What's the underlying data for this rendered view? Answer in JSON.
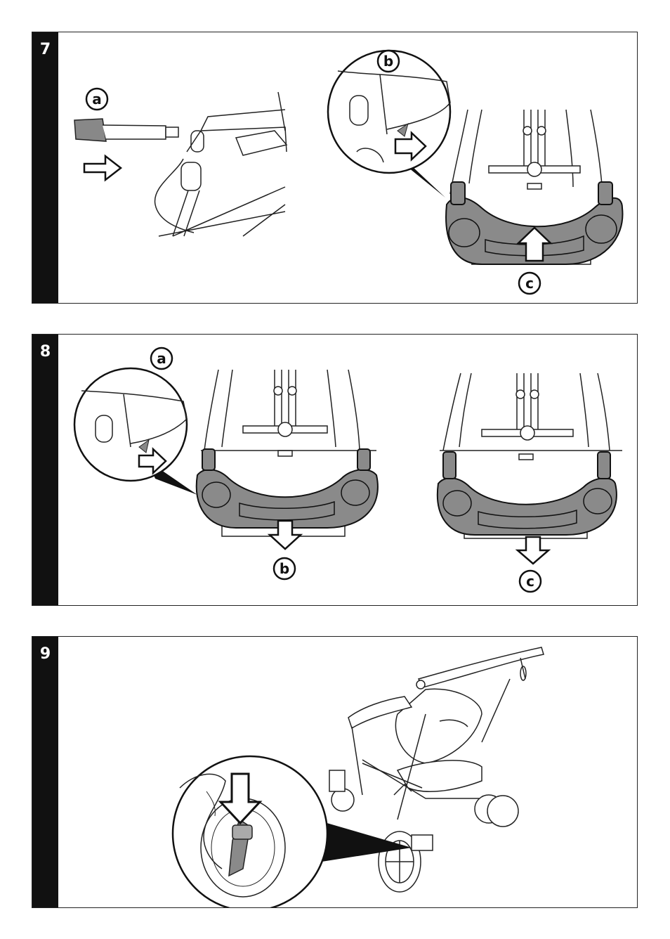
{
  "steps": [
    {
      "number": "7",
      "labels": {
        "a": "a",
        "b": "b",
        "c": "c"
      }
    },
    {
      "number": "8",
      "labels": {
        "a": "a",
        "b": "b",
        "c": "c"
      }
    },
    {
      "number": "9"
    }
  ]
}
